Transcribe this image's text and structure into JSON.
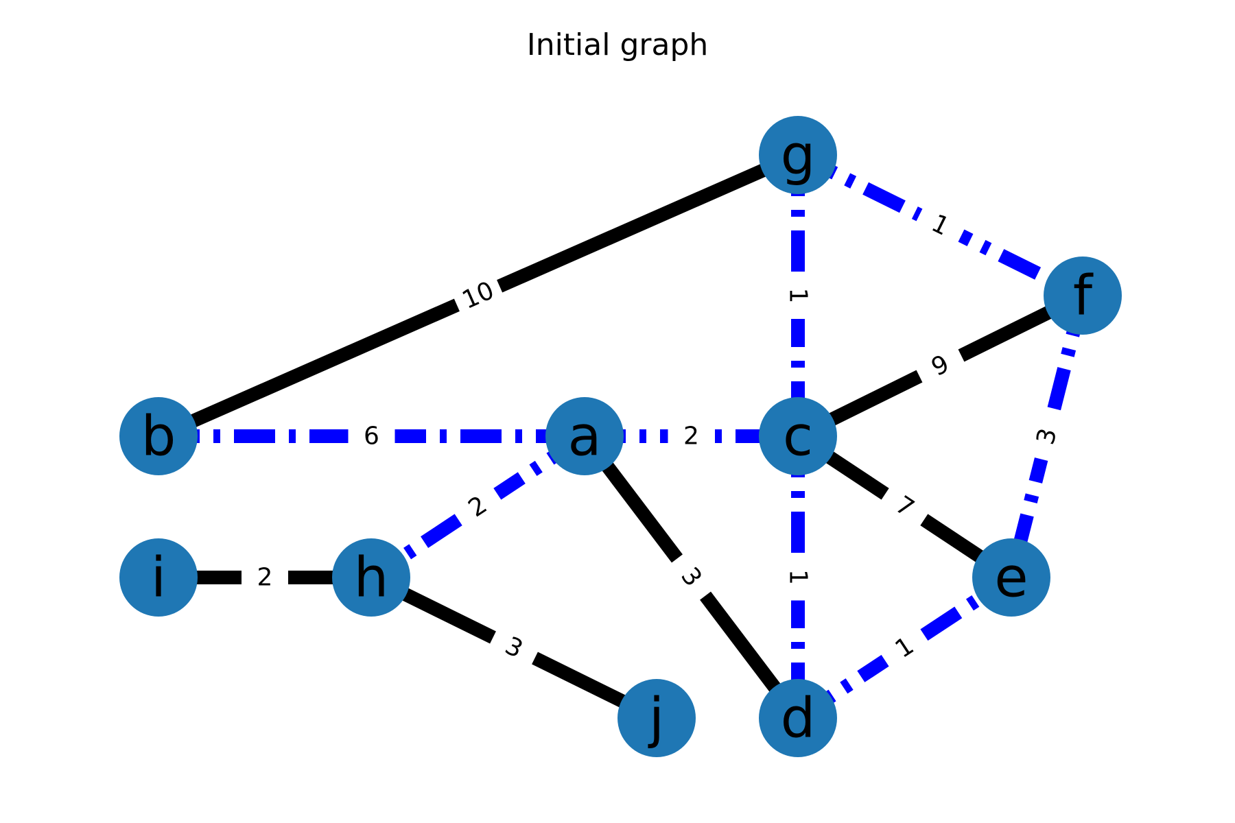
{
  "title": "Initial graph",
  "style": {
    "node_color": "#1f77b4",
    "solid_edge_color": "#000000",
    "highlight_edge_color": "#0000ff",
    "label_color": "#000000",
    "background": "#ffffff"
  },
  "nodes": [
    {
      "id": "g",
      "label": "g"
    },
    {
      "id": "f",
      "label": "f"
    },
    {
      "id": "b",
      "label": "b"
    },
    {
      "id": "a",
      "label": "a"
    },
    {
      "id": "c",
      "label": "c"
    },
    {
      "id": "i",
      "label": "i"
    },
    {
      "id": "h",
      "label": "h"
    },
    {
      "id": "e",
      "label": "e"
    },
    {
      "id": "j",
      "label": "j"
    },
    {
      "id": "d",
      "label": "d"
    }
  ],
  "edges": [
    {
      "source": "b",
      "target": "g",
      "weight": "10",
      "highlighted": false
    },
    {
      "source": "g",
      "target": "f",
      "weight": "1",
      "highlighted": true
    },
    {
      "source": "g",
      "target": "c",
      "weight": "1",
      "highlighted": true
    },
    {
      "source": "c",
      "target": "f",
      "weight": "9",
      "highlighted": false
    },
    {
      "source": "f",
      "target": "e",
      "weight": "3",
      "highlighted": true
    },
    {
      "source": "b",
      "target": "a",
      "weight": "6",
      "highlighted": true
    },
    {
      "source": "a",
      "target": "c",
      "weight": "2",
      "highlighted": true
    },
    {
      "source": "a",
      "target": "h",
      "weight": "2",
      "highlighted": true
    },
    {
      "source": "a",
      "target": "d",
      "weight": "3",
      "highlighted": false
    },
    {
      "source": "c",
      "target": "e",
      "weight": "7",
      "highlighted": false
    },
    {
      "source": "c",
      "target": "d",
      "weight": "1",
      "highlighted": true
    },
    {
      "source": "d",
      "target": "e",
      "weight": "1",
      "highlighted": true
    },
    {
      "source": "i",
      "target": "h",
      "weight": "2",
      "highlighted": false
    },
    {
      "source": "h",
      "target": "j",
      "weight": "3",
      "highlighted": false
    }
  ]
}
